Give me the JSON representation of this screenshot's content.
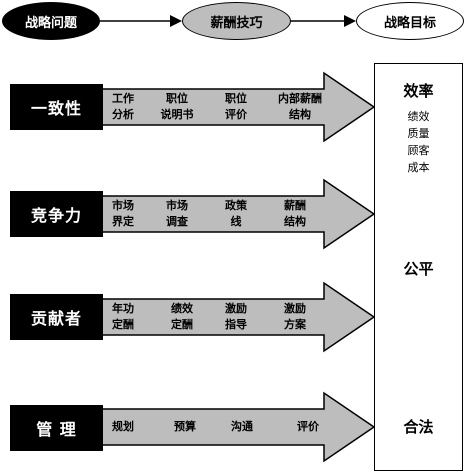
{
  "top_flow": {
    "strategy_question": "战略问题",
    "pay_technique": "薪酬技巧",
    "strategy_goal": "战略目标"
  },
  "rows": [
    {
      "label": "一致性",
      "items": [
        [
          "工作",
          "分析"
        ],
        [
          "职位",
          "说明书"
        ],
        [
          "职位",
          "评价"
        ],
        [
          "内部薪酬",
          "结构"
        ]
      ]
    },
    {
      "label": "竞争力",
      "items": [
        [
          "市场",
          "界定"
        ],
        [
          "市场",
          "调查"
        ],
        [
          "政策",
          "线"
        ],
        [
          "薪酬",
          "结构"
        ]
      ]
    },
    {
      "label": "贡献者",
      "items": [
        [
          "年功",
          "定酬"
        ],
        [
          "绩效",
          "定酬"
        ],
        [
          "激励",
          "指导"
        ],
        [
          "激励",
          "方案"
        ]
      ]
    },
    {
      "label": "管  理",
      "items": [
        [
          "规划"
        ],
        [
          "预算"
        ],
        [
          "沟通"
        ],
        [
          "评价"
        ]
      ]
    }
  ],
  "goals": {
    "efficiency": "效率",
    "efficiency_items": [
      "绩效",
      "质量",
      "顾客",
      "成本"
    ],
    "fairness": "公平",
    "legality": "合法"
  },
  "colors": {
    "arrow_fill": "#bdbdbd",
    "label_fill": "#000000",
    "pay_ellipse_fill": "#bdbdbd"
  }
}
